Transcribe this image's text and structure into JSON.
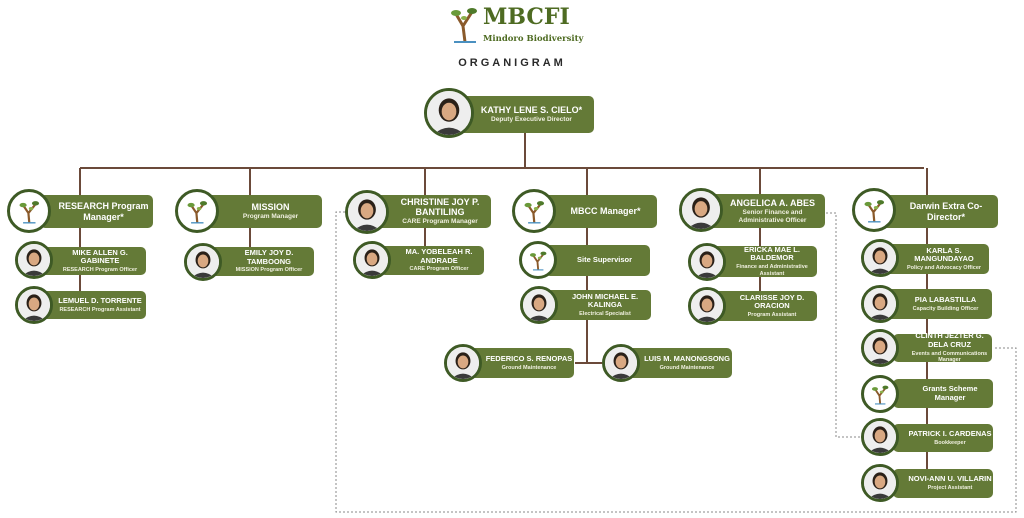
{
  "logo": {
    "brand": "MBCFI",
    "subtitle": "Mindoro Biodiversity"
  },
  "title": "ORGANIGRAM",
  "colors": {
    "box": "#647a37",
    "ring": "#3e5a25",
    "line": "#6b4a3a"
  },
  "nodes": {
    "kathy": {
      "name": "KATHY LENE S. CIELO*",
      "title": "Deputy Executive Director",
      "avatar": "photo"
    },
    "research": {
      "name": "RESEARCH Program Manager*",
      "title": "",
      "avatar": "logo"
    },
    "mike": {
      "name": "MIKE ALLEN G. GABINETE",
      "title": "RESEARCH Program Officer",
      "avatar": "photo"
    },
    "lemuel": {
      "name": "LEMUEL D. TORRENTE",
      "title": "RESEARCH Program Assistant",
      "avatar": "photo"
    },
    "mission": {
      "name": "MISSION",
      "title": "Program Manager",
      "avatar": "logo"
    },
    "emily": {
      "name": "EMILY JOY D. TAMBOONG",
      "title": "MISSION Program Officer",
      "avatar": "photo"
    },
    "christine": {
      "name": "CHRISTINE JOY P. BANTILING",
      "title": "CARE Program Manager",
      "avatar": "photo"
    },
    "yobeleah": {
      "name": "MA. YOBELEAH R. ANDRADE",
      "title": "CARE Program Officer",
      "avatar": "photo"
    },
    "mbcc": {
      "name": "MBCC Manager*",
      "title": "",
      "avatar": "logo"
    },
    "site": {
      "name": "Site Supervisor",
      "title": "",
      "avatar": "logo"
    },
    "john": {
      "name": "JOHN MICHAEL E. KALINGA",
      "title": "Electrical Specialist",
      "avatar": "photo"
    },
    "federico": {
      "name": "FEDERICO S. RENOPAS",
      "title": "Ground Maintenance",
      "avatar": "photo"
    },
    "luis": {
      "name": "LUIS M. MANONGSONG",
      "title": "Ground Maintenance",
      "avatar": "photo"
    },
    "angelica": {
      "name": "ANGELICA A. ABES",
      "title": "Senior Finance and Administrative Officer",
      "avatar": "photo"
    },
    "ericka": {
      "name": "ERICKA MAE L. BALDEMOR",
      "title": "Finance and Administrative Assistant",
      "avatar": "photo"
    },
    "clarisse": {
      "name": "CLARISSE JOY D. ORACION",
      "title": "Program Assistant",
      "avatar": "photo"
    },
    "darwin": {
      "name": "Darwin Extra Co-Director*",
      "title": "",
      "avatar": "logo"
    },
    "karla": {
      "name": "KARLA S. MANGUNDAYAO",
      "title": "Policy and Advocacy Officer",
      "avatar": "photo"
    },
    "pia": {
      "name": "PIA LABASTILLA",
      "title": "Capacity Building Officer",
      "avatar": "photo"
    },
    "clinth": {
      "name": "CLINTH JEZTER G. DELA CRUZ",
      "title": "Events and Communications Manager",
      "avatar": "photo"
    },
    "grants": {
      "name": "Grants Scheme Manager",
      "title": "",
      "avatar": "logo"
    },
    "patrick": {
      "name": "PATRICK I. CARDENAS",
      "title": "Bookkeeper",
      "avatar": "photo"
    },
    "noviann": {
      "name": "NOVI-ANN U. VILLARIN",
      "title": "Project Assistant",
      "avatar": "photo"
    }
  }
}
